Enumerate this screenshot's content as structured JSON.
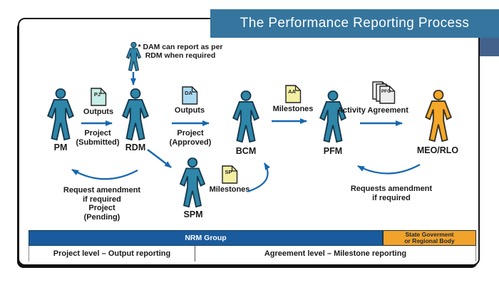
{
  "title": "The Performance Reporting Process",
  "dam_note": "* DAM can report as per\nRDM when required",
  "actors": {
    "pm": "PM",
    "rdm": "RDM",
    "bcm": "BCM",
    "pfm": "PFM",
    "meo": "MEO/RLO",
    "spm": "SPM"
  },
  "documents": {
    "pj": {
      "code": "PJ",
      "label": "Outputs",
      "color": "#C6EDE6"
    },
    "da": {
      "code": "DA",
      "label": "Outputs",
      "color": "#AADAF2"
    },
    "aa": {
      "code": "AA",
      "label": "Milestones",
      "color": "#F3EFA3"
    },
    "sp": {
      "code": "SP",
      "label": "Milestones",
      "color": "#F3EFA3"
    },
    "pfo": {
      "code": "PFO",
      "label": "Activity Agreement",
      "color": "#EDEDED"
    }
  },
  "flows": {
    "pm_to_rdm": "Project\n(Submitted)",
    "rdm_to_bcm": "Project\n(Approved)",
    "rdm_to_pm": "Request amendment\nif required\nProject\n(Pending)",
    "meo_to_pfm": "Requests amendment\nif required"
  },
  "footer": {
    "nrm_group": "NRM Group",
    "state_body": "State Goverment\nor Regional Body",
    "project_level": "Project level – Output reporting",
    "agreement_level": "Agreement level – Milestone reporting"
  },
  "colors": {
    "banner": "#35759E",
    "banner_fold": "#44618C",
    "person_blue": "#2E86A8",
    "person_orange": "#F5A829",
    "arrow": "#1767B0",
    "bar_blue": "#1A5B9D",
    "bar_orange": "#F2A32B"
  },
  "icons": {
    "person": "person-pictogram",
    "document": "document-folded-corner",
    "arrow": "flow-arrow"
  }
}
